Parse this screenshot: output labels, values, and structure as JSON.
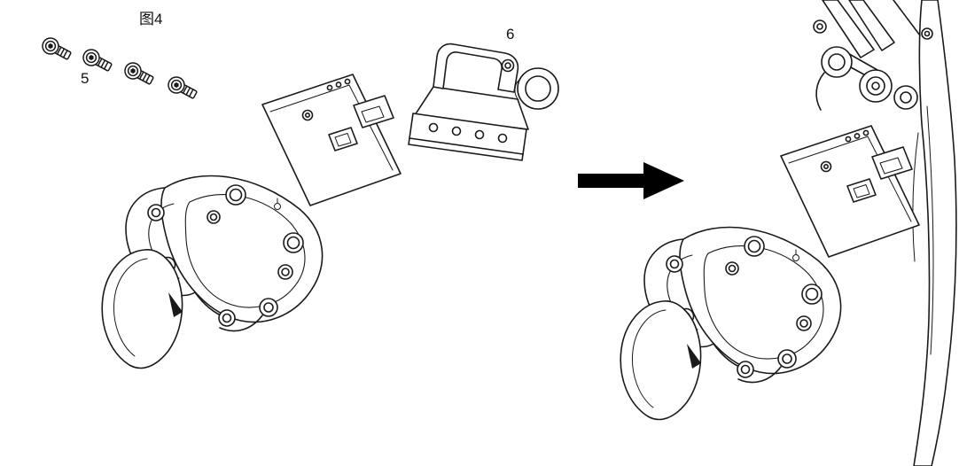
{
  "figure": {
    "title": "图4",
    "part5_label": "5",
    "part6_label": "6"
  },
  "colors": {
    "background": "#ffffff",
    "line": "#1a1a1a",
    "arrow": "#000000"
  },
  "icons": {
    "transform_arrow": "right-arrow"
  }
}
